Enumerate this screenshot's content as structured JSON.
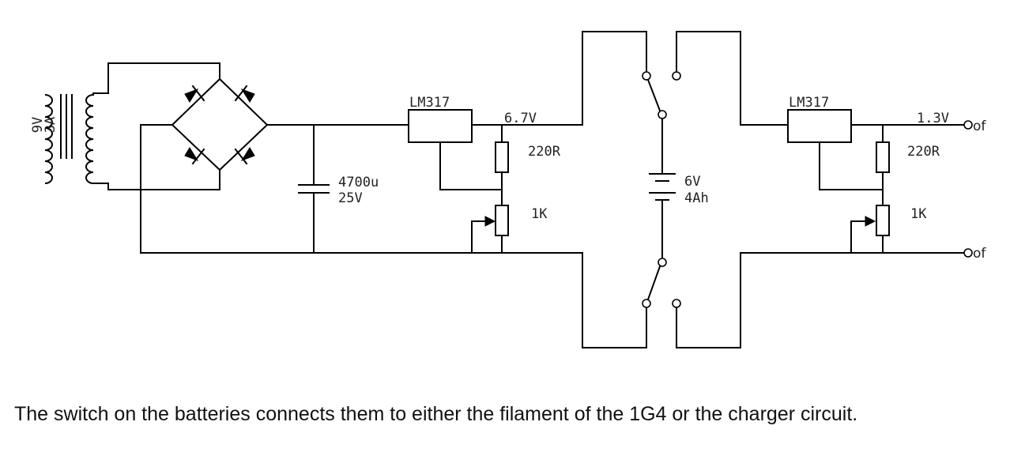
{
  "diagram": {
    "transformer": {
      "voltage": "9V",
      "current": "3A"
    },
    "capacitor": {
      "value": "4700u",
      "rating": "25V"
    },
    "regulator_left": {
      "part": "LM317",
      "output": "6.7V",
      "resistor": "220R",
      "pot": "1K"
    },
    "regulator_right": {
      "part": "LM317",
      "output": "1.3V",
      "output_terminal": "of",
      "resistor": "220R",
      "pot": "1K",
      "ground_terminal": "of"
    },
    "battery": {
      "voltage": "6V",
      "capacity": "4Ah"
    }
  },
  "caption": "The switch on the batteries connects them to either the filament of the 1G4 or the charger circuit."
}
